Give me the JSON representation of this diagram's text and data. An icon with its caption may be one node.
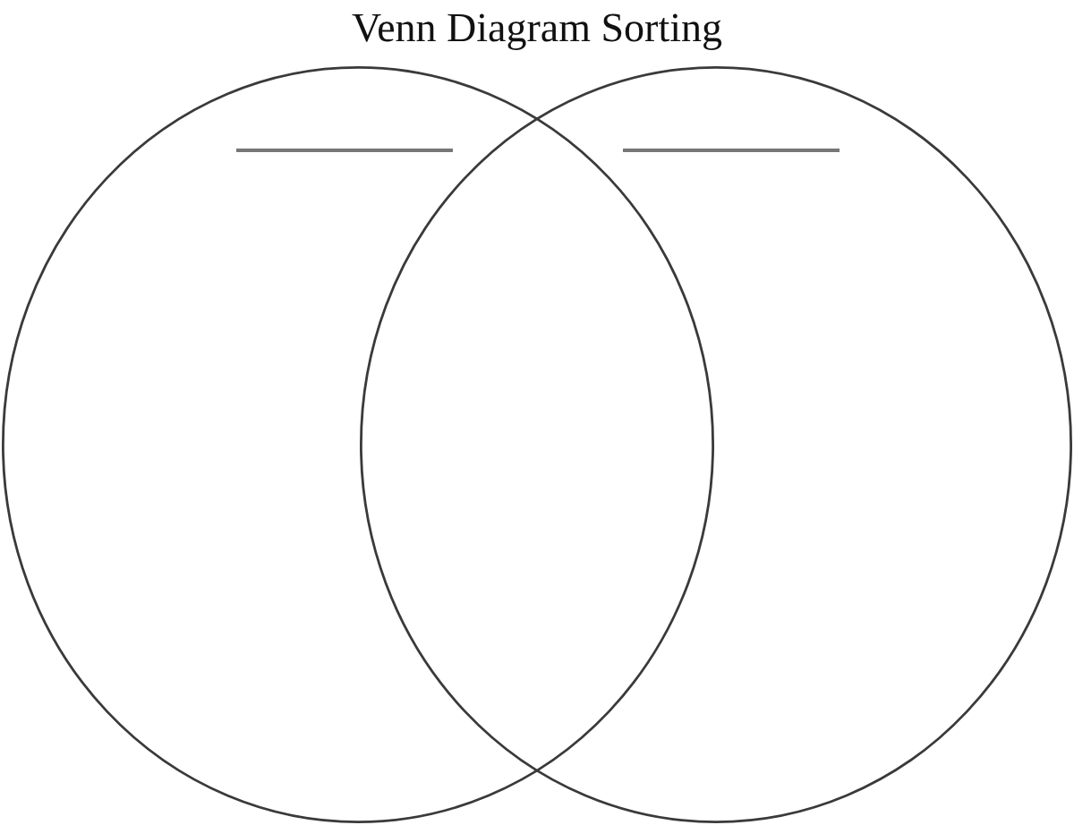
{
  "diagram": {
    "title": "Venn Diagram Sorting",
    "nodes": [
      {
        "text": [],
        "shape": "circle"
      },
      {
        "text": [],
        "shape": "circle"
      }
    ]
  }
}
